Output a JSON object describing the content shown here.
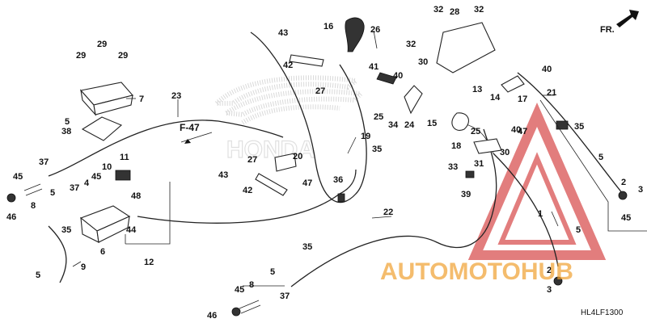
{
  "diagram": {
    "reference_label": "F-47",
    "direction_label": "FR.",
    "diagram_code": "HL4LF1300",
    "watermark": {
      "brand_text": "HONDA",
      "logo_text": "AUTOMOTOHUB",
      "logo_color_primary": "#f0a030",
      "logo_color_secondary": "#d02828"
    },
    "callouts": [
      {
        "id": "c1",
        "text": "1"
      },
      {
        "id": "c2",
        "text": "2"
      },
      {
        "id": "c2b",
        "text": "2"
      },
      {
        "id": "c3",
        "text": "3"
      },
      {
        "id": "c3b",
        "text": "3"
      },
      {
        "id": "c4",
        "text": "4"
      },
      {
        "id": "c5a",
        "text": "5"
      },
      {
        "id": "c5b",
        "text": "5"
      },
      {
        "id": "c5c",
        "text": "5"
      },
      {
        "id": "c5d",
        "text": "5"
      },
      {
        "id": "c5e",
        "text": "5"
      },
      {
        "id": "c5f",
        "text": "5"
      },
      {
        "id": "c6",
        "text": "6"
      },
      {
        "id": "c7",
        "text": "7"
      },
      {
        "id": "c8a",
        "text": "8"
      },
      {
        "id": "c8b",
        "text": "8"
      },
      {
        "id": "c9",
        "text": "9"
      },
      {
        "id": "c10",
        "text": "10"
      },
      {
        "id": "c11",
        "text": "11"
      },
      {
        "id": "c12",
        "text": "12"
      },
      {
        "id": "c13",
        "text": "13"
      },
      {
        "id": "c14",
        "text": "14"
      },
      {
        "id": "c15",
        "text": "15"
      },
      {
        "id": "c16",
        "text": "16"
      },
      {
        "id": "c17",
        "text": "17"
      },
      {
        "id": "c18",
        "text": "18"
      },
      {
        "id": "c19",
        "text": "19"
      },
      {
        "id": "c20",
        "text": "20"
      },
      {
        "id": "c21",
        "text": "21"
      },
      {
        "id": "c22",
        "text": "22"
      },
      {
        "id": "c23",
        "text": "23"
      },
      {
        "id": "c24",
        "text": "24"
      },
      {
        "id": "c25a",
        "text": "25"
      },
      {
        "id": "c25b",
        "text": "25"
      },
      {
        "id": "c26",
        "text": "26"
      },
      {
        "id": "c27a",
        "text": "27"
      },
      {
        "id": "c27b",
        "text": "27"
      },
      {
        "id": "c28",
        "text": "28"
      },
      {
        "id": "c29a",
        "text": "29"
      },
      {
        "id": "c29b",
        "text": "29"
      },
      {
        "id": "c29c",
        "text": "29"
      },
      {
        "id": "c30a",
        "text": "30"
      },
      {
        "id": "c30b",
        "text": "30"
      },
      {
        "id": "c31",
        "text": "31"
      },
      {
        "id": "c32a",
        "text": "32"
      },
      {
        "id": "c32b",
        "text": "32"
      },
      {
        "id": "c32c",
        "text": "32"
      },
      {
        "id": "c33",
        "text": "33"
      },
      {
        "id": "c34",
        "text": "34"
      },
      {
        "id": "c35a",
        "text": "35"
      },
      {
        "id": "c35b",
        "text": "35"
      },
      {
        "id": "c35c",
        "text": "35"
      },
      {
        "id": "c35d",
        "text": "35"
      },
      {
        "id": "c36",
        "text": "36"
      },
      {
        "id": "c37a",
        "text": "37"
      },
      {
        "id": "c37b",
        "text": "37"
      },
      {
        "id": "c37c",
        "text": "37"
      },
      {
        "id": "c38",
        "text": "38"
      },
      {
        "id": "c39",
        "text": "39"
      },
      {
        "id": "c40a",
        "text": "40"
      },
      {
        "id": "c40b",
        "text": "40"
      },
      {
        "id": "c40c",
        "text": "40"
      },
      {
        "id": "c41",
        "text": "41"
      },
      {
        "id": "c42a",
        "text": "42"
      },
      {
        "id": "c42b",
        "text": "42"
      },
      {
        "id": "c43a",
        "text": "43"
      },
      {
        "id": "c43b",
        "text": "43"
      },
      {
        "id": "c44",
        "text": "44"
      },
      {
        "id": "c45a",
        "text": "45"
      },
      {
        "id": "c45b",
        "text": "45"
      },
      {
        "id": "c45c",
        "text": "45"
      },
      {
        "id": "c45d",
        "text": "45"
      },
      {
        "id": "c46a",
        "text": "46"
      },
      {
        "id": "c46b",
        "text": "46"
      },
      {
        "id": "c47a",
        "text": "47"
      },
      {
        "id": "c47b",
        "text": "47"
      },
      {
        "id": "c48",
        "text": "48"
      }
    ]
  }
}
